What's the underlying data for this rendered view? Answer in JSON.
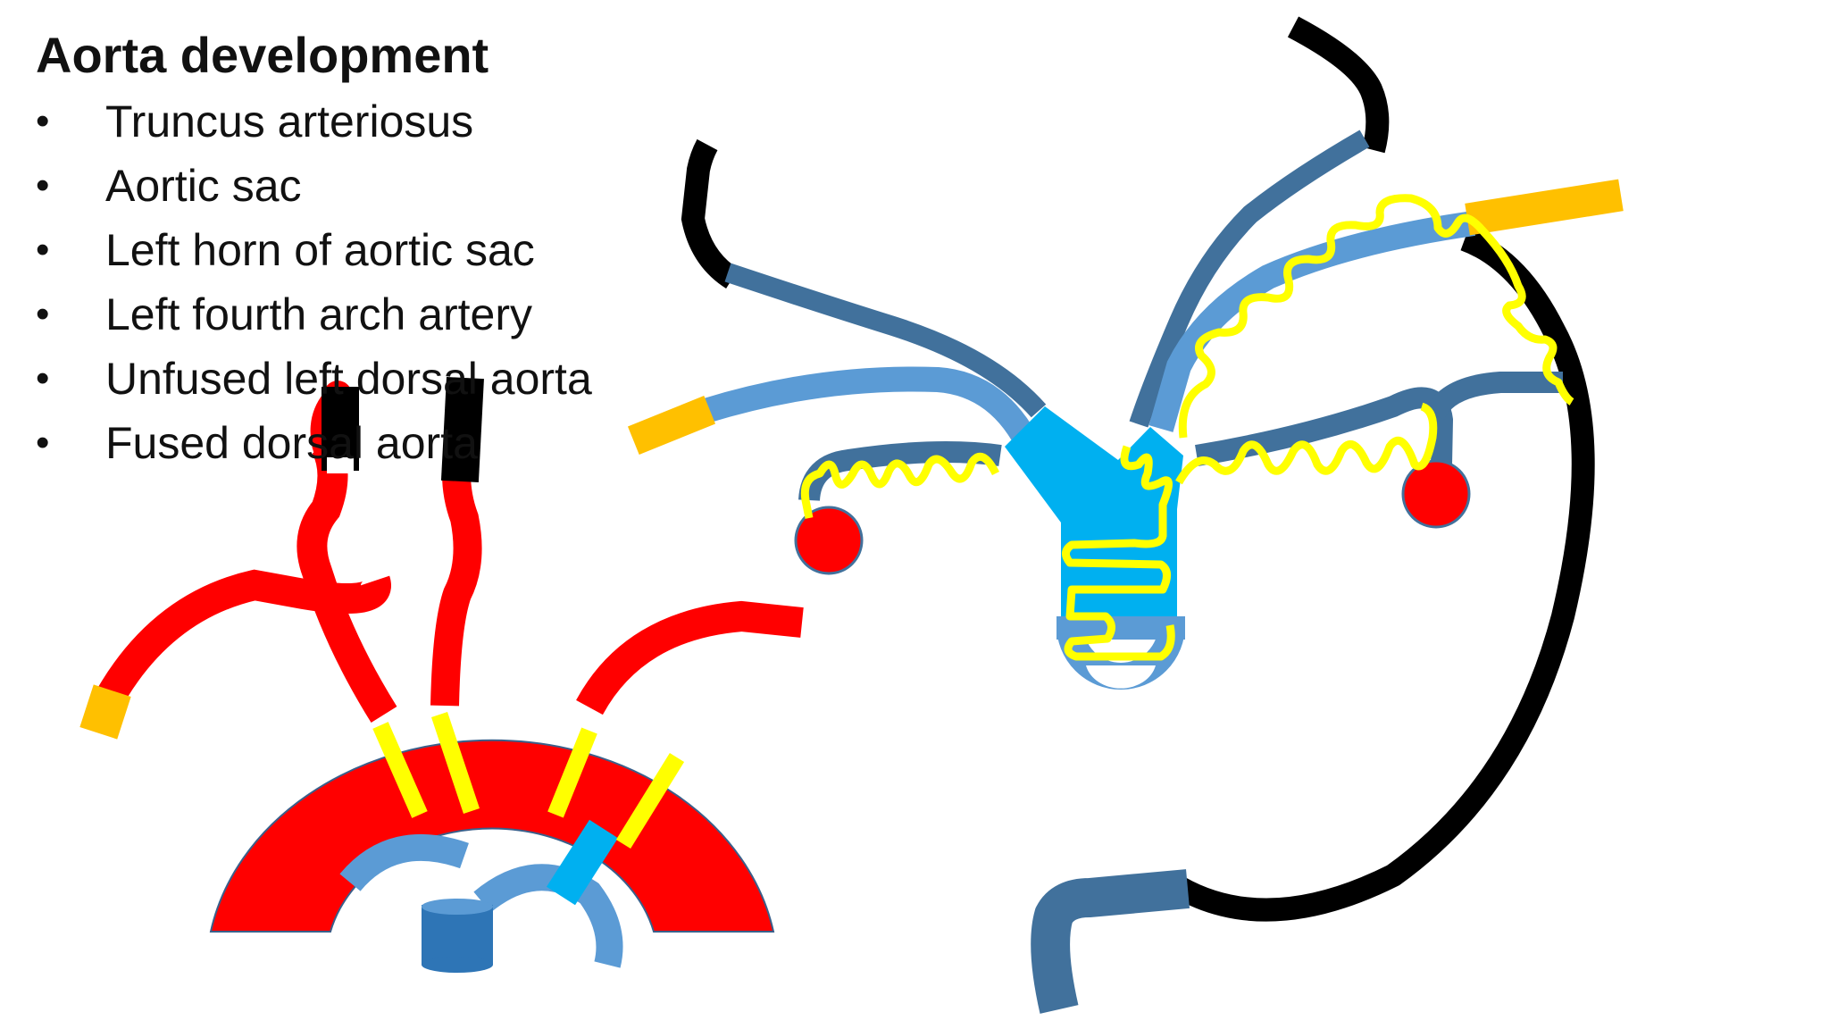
{
  "slide": {
    "title": "Aorta development",
    "bullets": [
      "Truncus arteriosus",
      "Aortic sac",
      "Left horn of aortic sac",
      "Left fourth arch artery",
      "Unfused left dorsal aorta",
      "Fused dorsal aorta"
    ],
    "bullet_symbol": "•"
  },
  "colors": {
    "background": "#ffffff",
    "artery_red": "#ff0000",
    "marker_yellow": "#ffff00",
    "cap_orange": "#ffc000",
    "black": "#000000",
    "steel_blue": "#41719c",
    "light_blue": "#5b9bd5",
    "cyan_blue": "#00b0f0",
    "dark_blue": "#2e75b6"
  }
}
